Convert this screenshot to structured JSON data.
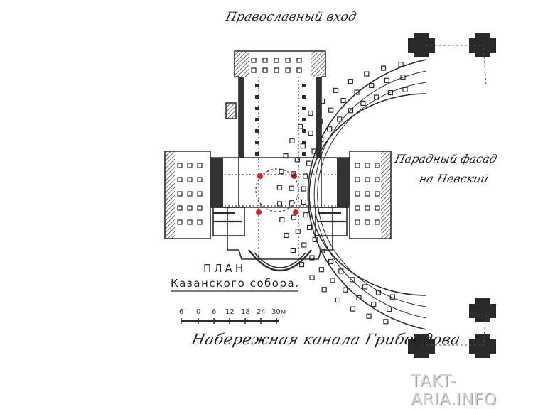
{
  "labels": {
    "top_entrance": "Православный вход",
    "right_facade_line1": "Парадный фасад",
    "right_facade_line2": "на Невский",
    "bottom_embankment": "Набережная канала Грибоедова",
    "title_line1": "ПЛАН",
    "title_line2": "Казанского собора."
  },
  "scale_bar": {
    "ticks": [
      "6",
      "0",
      "6",
      "12",
      "18",
      "24",
      "30м"
    ]
  },
  "watermark": "TAKT-ARIA.INFO",
  "colors": {
    "ink": "#2a2a2a",
    "marker": "#d42020",
    "watermark": "#d6d6d6"
  }
}
